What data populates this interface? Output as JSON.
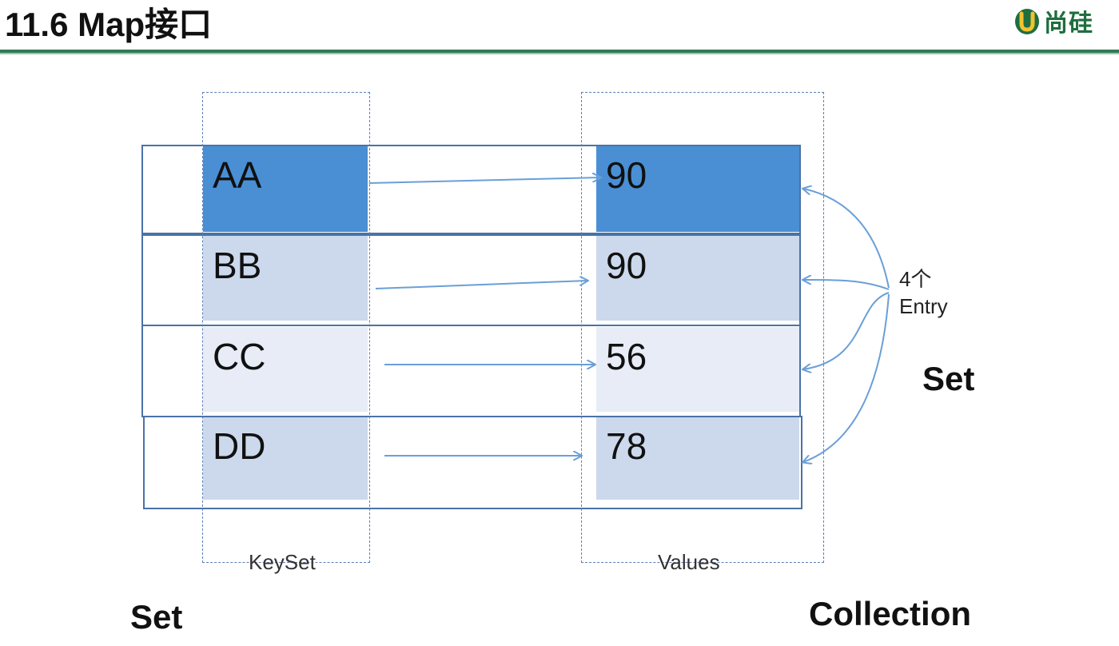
{
  "header": {
    "title": "11.6 Map接口",
    "logo_text": "尚硅",
    "logo_icon": "u-logo-icon"
  },
  "keys": [
    "AA",
    "BB",
    "CC",
    "DD"
  ],
  "values": [
    "90",
    "90",
    "56",
    "78"
  ],
  "keyset_caption": "KeySet",
  "values_caption": "Values",
  "entry_label_line1": "4个",
  "entry_label_line2": "Entry",
  "left_type": "Set",
  "middle_type": "Set",
  "right_type": "Collection",
  "colors": {
    "row1": "#4a8fd4",
    "row2": "#ccd9ec",
    "row3": "#e7ecf6",
    "row4": "#ccd9ec",
    "border": "#4a72a8",
    "arrow": "#6a9fd8",
    "dash": "#5b7fb5",
    "rule": "#2f7a56"
  }
}
